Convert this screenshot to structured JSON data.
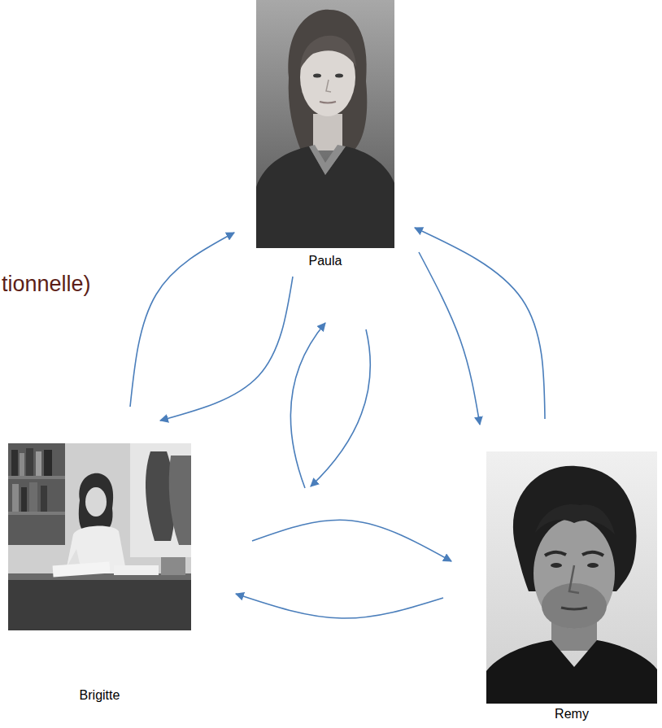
{
  "diagram": {
    "nodes": [
      {
        "text": [
          "Paula"
        ]
      },
      {
        "text": [
          "Brigitte"
        ]
      },
      {
        "text": [
          "Remy"
        ]
      }
    ],
    "edges": [
      {
        "from": 0,
        "to": 1,
        "arrow": "to"
      },
      {
        "from": 1,
        "to": 0,
        "arrow": "to"
      },
      {
        "from": 0,
        "to": 2,
        "arrow": "to"
      },
      {
        "from": 2,
        "to": 0,
        "arrow": "to"
      },
      {
        "from": 1,
        "to": 2,
        "arrow": "to"
      },
      {
        "from": 2,
        "to": 1,
        "arrow": "to"
      }
    ],
    "labels": [
      "tionnelle)"
    ]
  }
}
